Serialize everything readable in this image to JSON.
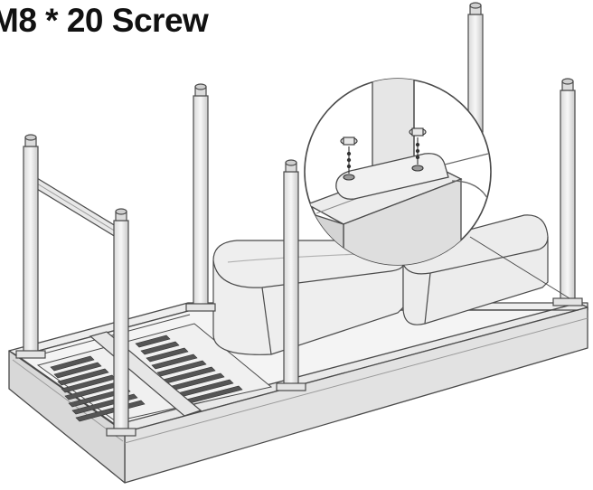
{
  "caption": "M8 * 20 Screw",
  "colors": {
    "line": "#4a4a4a",
    "frame_fill": "#e6e6e6",
    "frame_light": "#f2f2f2",
    "frame_dark": "#cfcfcf",
    "cushion_fill": "#eeeeee",
    "slat_fill": "#555555",
    "background": "#ffffff"
  },
  "parts": [
    "base-frame",
    "legs",
    "cross-bar",
    "slatted-rack",
    "cushion-left",
    "cushion-right",
    "detail-magnifier",
    "screws"
  ]
}
